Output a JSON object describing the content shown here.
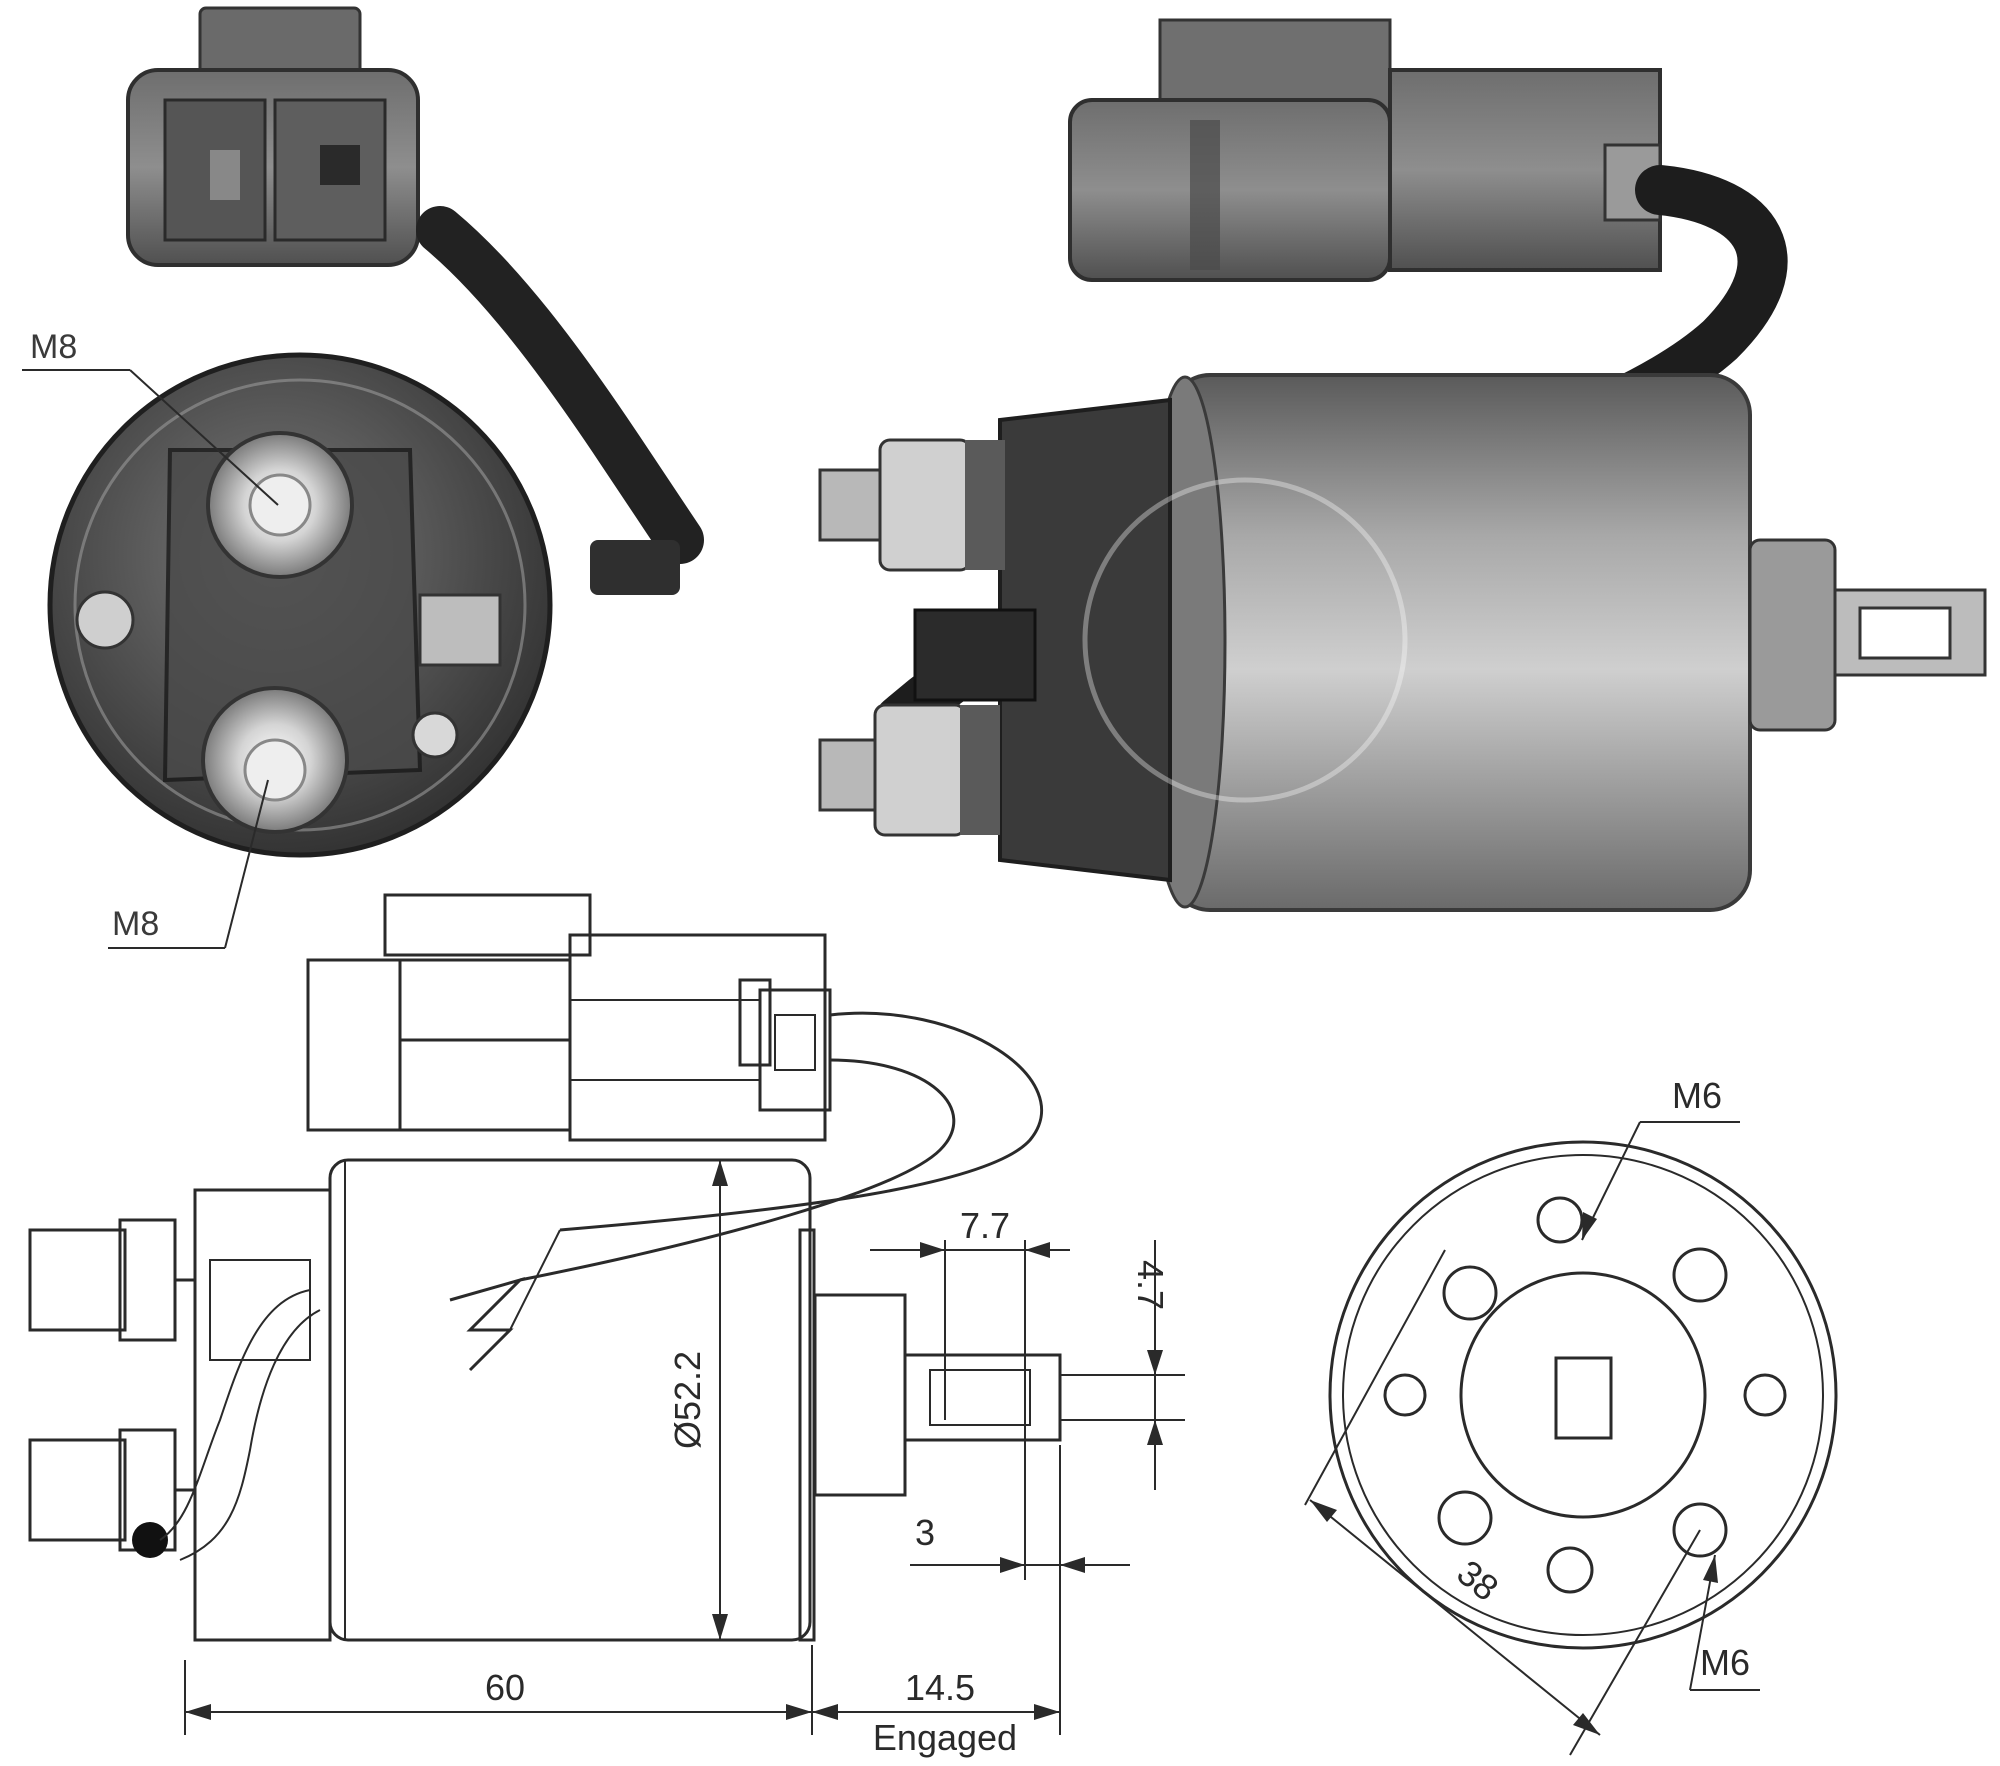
{
  "photo_end_view": {
    "terminal_top_label": "M8",
    "terminal_bottom_label": "M8"
  },
  "side_view": {
    "dim_diameter": "Ø52.2",
    "dim_length_body": "60",
    "dim_length_engaged": "14.5",
    "dim_engaged_caption": "Engaged",
    "dim_plunger_width": "7.7",
    "dim_plunger_height": "4.7",
    "dim_gap": "3"
  },
  "flange_view": {
    "hole_top_label": "M6",
    "hole_bottom_label": "M6",
    "dim_bolt_circle": "38"
  },
  "colors": {
    "line": "#2a2a2a",
    "photo_metal": "#8a8a8a",
    "photo_dark": "#3a3a3a",
    "background": "#ffffff"
  }
}
